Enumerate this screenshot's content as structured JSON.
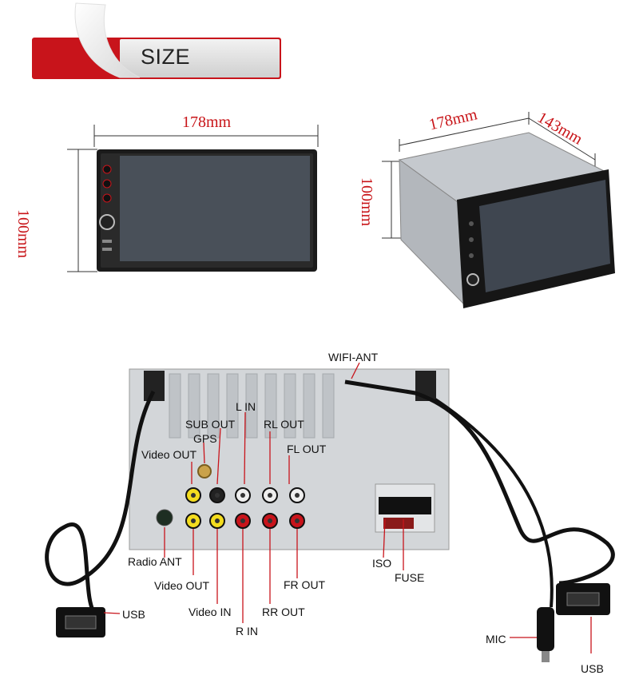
{
  "banner": {
    "title": "SIZE",
    "accent_color": "#c8141b"
  },
  "front_view": {
    "width": "178mm",
    "height": "100mm"
  },
  "side_view": {
    "width": "178mm",
    "depth": "143mm",
    "height": "100mm"
  },
  "connectors": {
    "wifi_ant": "WIFI-ANT",
    "l_in": "L IN",
    "sub_out": "SUB OUT",
    "rl_out": "RL OUT",
    "gps": "GPS",
    "fl_out": "FL OUT",
    "video_out_top": "Video OUT",
    "radio_ant": "Radio ANT",
    "video_out_bottom": "Video OUT",
    "video_in": "Video IN",
    "r_in": "R IN",
    "rr_out": "RR OUT",
    "fr_out": "FR OUT",
    "iso": "ISO",
    "fuse": "FUSE",
    "usb_left": "USB",
    "mic": "MIC",
    "usb_right": "USB"
  },
  "colors": {
    "dimension": "#c81418",
    "callout_line": "#c81418",
    "label_text": "#111111"
  }
}
